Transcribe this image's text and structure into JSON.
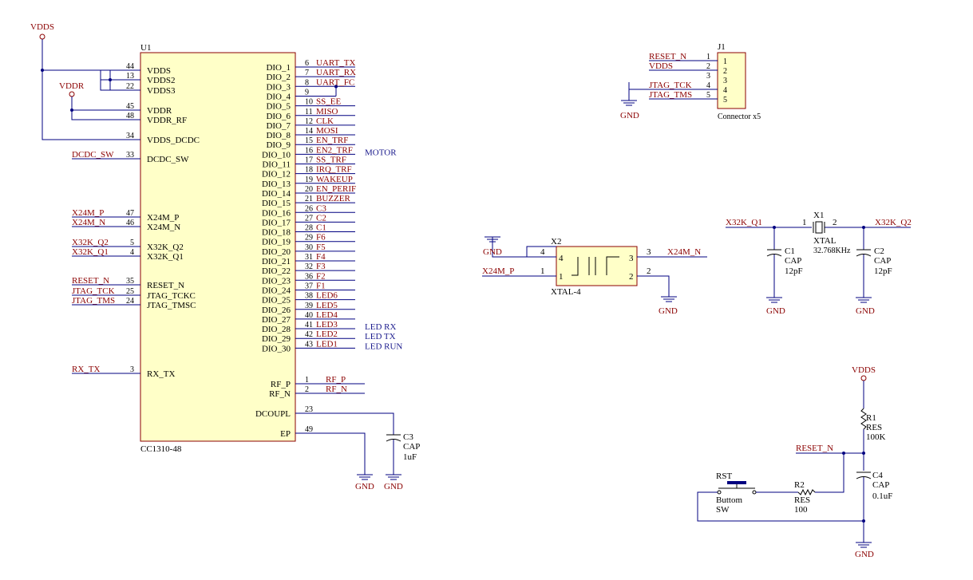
{
  "colors": {
    "background": "#ffffff",
    "wire": "#000080",
    "part_body": "#ffffc8",
    "part_border": "#8b0000",
    "net_label": "#8b0000",
    "pin_name": "#000000",
    "annotation": "#1a1a8c"
  },
  "power": {
    "vdds_top": "VDDS",
    "vddr": "VDDR",
    "vdds_r1": "VDDS"
  },
  "u1": {
    "designator": "U1",
    "part": "CC1310-48",
    "left_pins": [
      {
        "num": "44",
        "name": "VDDS",
        "net": ""
      },
      {
        "num": "13",
        "name": "VDDS2",
        "net": ""
      },
      {
        "num": "22",
        "name": "VDDS3",
        "net": ""
      },
      {
        "num": "45",
        "name": "VDDR",
        "net": ""
      },
      {
        "num": "48",
        "name": "VDDR_RF",
        "net": ""
      },
      {
        "num": "34",
        "name": "VDDS_DCDC",
        "net": ""
      },
      {
        "num": "33",
        "name": "DCDC_SW",
        "net": "DCDC_SW"
      },
      {
        "num": "47",
        "name": "X24M_P",
        "net": "X24M_P"
      },
      {
        "num": "46",
        "name": "X24M_N",
        "net": "X24M_N"
      },
      {
        "num": "5",
        "name": "X32K_Q2",
        "net": "X32K_Q2"
      },
      {
        "num": "4",
        "name": "X32K_Q1",
        "net": "X32K_Q1"
      },
      {
        "num": "35",
        "name": "RESET_N",
        "net": "RESET_N"
      },
      {
        "num": "25",
        "name": "JTAG_TCKC",
        "net": "JTAG_TCK"
      },
      {
        "num": "24",
        "name": "JTAG_TMSC",
        "net": "JTAG_TMS"
      },
      {
        "num": "3",
        "name": "RX_TX",
        "net": "RX_TX"
      }
    ],
    "right_pins": [
      {
        "num": "6",
        "name": "DIO_1",
        "net": "UART_TX",
        "note": ""
      },
      {
        "num": "7",
        "name": "DIO_2",
        "net": "UART_RX",
        "note": ""
      },
      {
        "num": "8",
        "name": "DIO_3",
        "net": "UART_FC",
        "note": ""
      },
      {
        "num": "9",
        "name": "DIO_4",
        "net": "",
        "note": ""
      },
      {
        "num": "10",
        "name": "DIO_5",
        "net": "SS_EE",
        "note": ""
      },
      {
        "num": "11",
        "name": "DIO_6",
        "net": "MISO",
        "note": ""
      },
      {
        "num": "12",
        "name": "DIO_7",
        "net": "CLK",
        "note": ""
      },
      {
        "num": "14",
        "name": "DIO_8",
        "net": "MOSI",
        "note": ""
      },
      {
        "num": "15",
        "name": "DIO_9",
        "net": "EN_TRF",
        "note": ""
      },
      {
        "num": "16",
        "name": "DIO_10",
        "net": "EN2_TRF",
        "note": "MOTOR"
      },
      {
        "num": "17",
        "name": "DIO_11",
        "net": "SS_TRF",
        "note": ""
      },
      {
        "num": "18",
        "name": "DIO_12",
        "net": "IRQ_TRF",
        "note": ""
      },
      {
        "num": "19",
        "name": "DIO_13",
        "net": "WAKEUP",
        "note": ""
      },
      {
        "num": "20",
        "name": "DIO_14",
        "net": "EN_PERIF",
        "note": ""
      },
      {
        "num": "21",
        "name": "DIO_15",
        "net": "BUZZER",
        "note": ""
      },
      {
        "num": "26",
        "name": "DIO_16",
        "net": "C3",
        "note": ""
      },
      {
        "num": "27",
        "name": "DIO_17",
        "net": "C2",
        "note": ""
      },
      {
        "num": "28",
        "name": "DIO_18",
        "net": "C1",
        "note": ""
      },
      {
        "num": "29",
        "name": "DIO_19",
        "net": "F6",
        "note": ""
      },
      {
        "num": "30",
        "name": "DIO_20",
        "net": "F5",
        "note": ""
      },
      {
        "num": "31",
        "name": "DIO_21",
        "net": "F4",
        "note": ""
      },
      {
        "num": "32",
        "name": "DIO_22",
        "net": "F3",
        "note": ""
      },
      {
        "num": "36",
        "name": "DIO_23",
        "net": "F2",
        "note": ""
      },
      {
        "num": "37",
        "name": "DIO_24",
        "net": "F1",
        "note": ""
      },
      {
        "num": "38",
        "name": "DIO_25",
        "net": "LED6",
        "note": ""
      },
      {
        "num": "39",
        "name": "DIO_26",
        "net": "LED5",
        "note": ""
      },
      {
        "num": "40",
        "name": "DIO_27",
        "net": "LED4",
        "note": ""
      },
      {
        "num": "41",
        "name": "DIO_28",
        "net": "LED3",
        "note": "LED RX"
      },
      {
        "num": "42",
        "name": "DIO_29",
        "net": "LED2",
        "note": "LED TX"
      },
      {
        "num": "43",
        "name": "DIO_30",
        "net": "LED1",
        "note": "LED RUN"
      },
      {
        "num": "1",
        "name": "RF_P",
        "net": "RF_P",
        "note": ""
      },
      {
        "num": "2",
        "name": "RF_N",
        "net": "RF_N",
        "note": ""
      },
      {
        "num": "23",
        "name": "DCOUPL",
        "net": "",
        "note": ""
      },
      {
        "num": "49",
        "name": "EP",
        "net": "",
        "note": ""
      }
    ]
  },
  "j1": {
    "designator": "J1",
    "part": "Connector x5",
    "pins": [
      {
        "num": "1",
        "net": "RESET_N"
      },
      {
        "num": "2",
        "net": "VDDS"
      },
      {
        "num": "3",
        "net": ""
      },
      {
        "num": "4",
        "net": "JTAG_TCK"
      },
      {
        "num": "5",
        "net": "JTAG_TMS"
      }
    ],
    "gnd": "GND"
  },
  "x2": {
    "designator": "X2",
    "part": "XTAL-4",
    "pin4": "4",
    "pin1": "1",
    "pin3": "3",
    "pin2": "2",
    "net_left_top": "GND",
    "net_left": "X24M_P",
    "net_right": "X24M_N",
    "gnd_right": "GND",
    "ext_num_left_top": "4",
    "ext_num_left": "1",
    "ext_num_right_top": "3",
    "ext_num_right": "2"
  },
  "x1": {
    "designator": "X1",
    "part": "XTAL",
    "value": "32.768KHz",
    "pin1": "1",
    "pin2": "2",
    "net_left": "X32K_Q1",
    "net_right": "X32K_Q2"
  },
  "c1": {
    "designator": "C1",
    "part": "CAP",
    "value": "12pF",
    "gnd": "GND"
  },
  "c2": {
    "designator": "C2",
    "part": "CAP",
    "value": "12pF",
    "gnd": "GND"
  },
  "c3": {
    "designator": "C3",
    "part": "CAP",
    "value": "1uF",
    "gnd": "GND"
  },
  "u1_ep_gnd": "GND",
  "r1": {
    "designator": "R1",
    "part": "RES",
    "value": "100K"
  },
  "r2": {
    "designator": "R2",
    "part": "RES",
    "value": "100"
  },
  "c4": {
    "designator": "C4",
    "part": "CAP",
    "value": "0.1uF",
    "gnd": "GND"
  },
  "sw": {
    "designator": "RST",
    "part": "Buttom",
    "value": "SW"
  },
  "reset_net": "RESET_N"
}
